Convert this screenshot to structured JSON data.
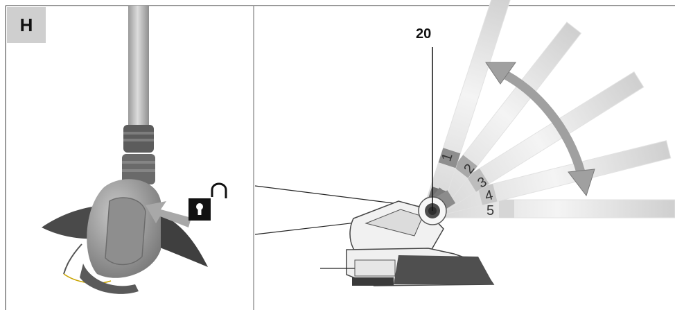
{
  "section_label": "H",
  "callout_number": "20",
  "position_numbers": [
    "1",
    "2",
    "3",
    "4",
    "5"
  ],
  "icons": {
    "lock": "padlock-closed-icon",
    "unlock": "padlock-open-icon",
    "push": "push-arrow-icon",
    "adjust": "double-curved-arrow-icon"
  },
  "colors": {
    "badge": "#cfcfcf",
    "tube": "#eeeeee",
    "collar_dark": "#6f6f6f",
    "collar_mid": "#9a9a9a",
    "housing": "#b5b5b5",
    "housing_dark": "#555555",
    "arrow": "#a8a8a8",
    "lock_body": "#111111"
  }
}
